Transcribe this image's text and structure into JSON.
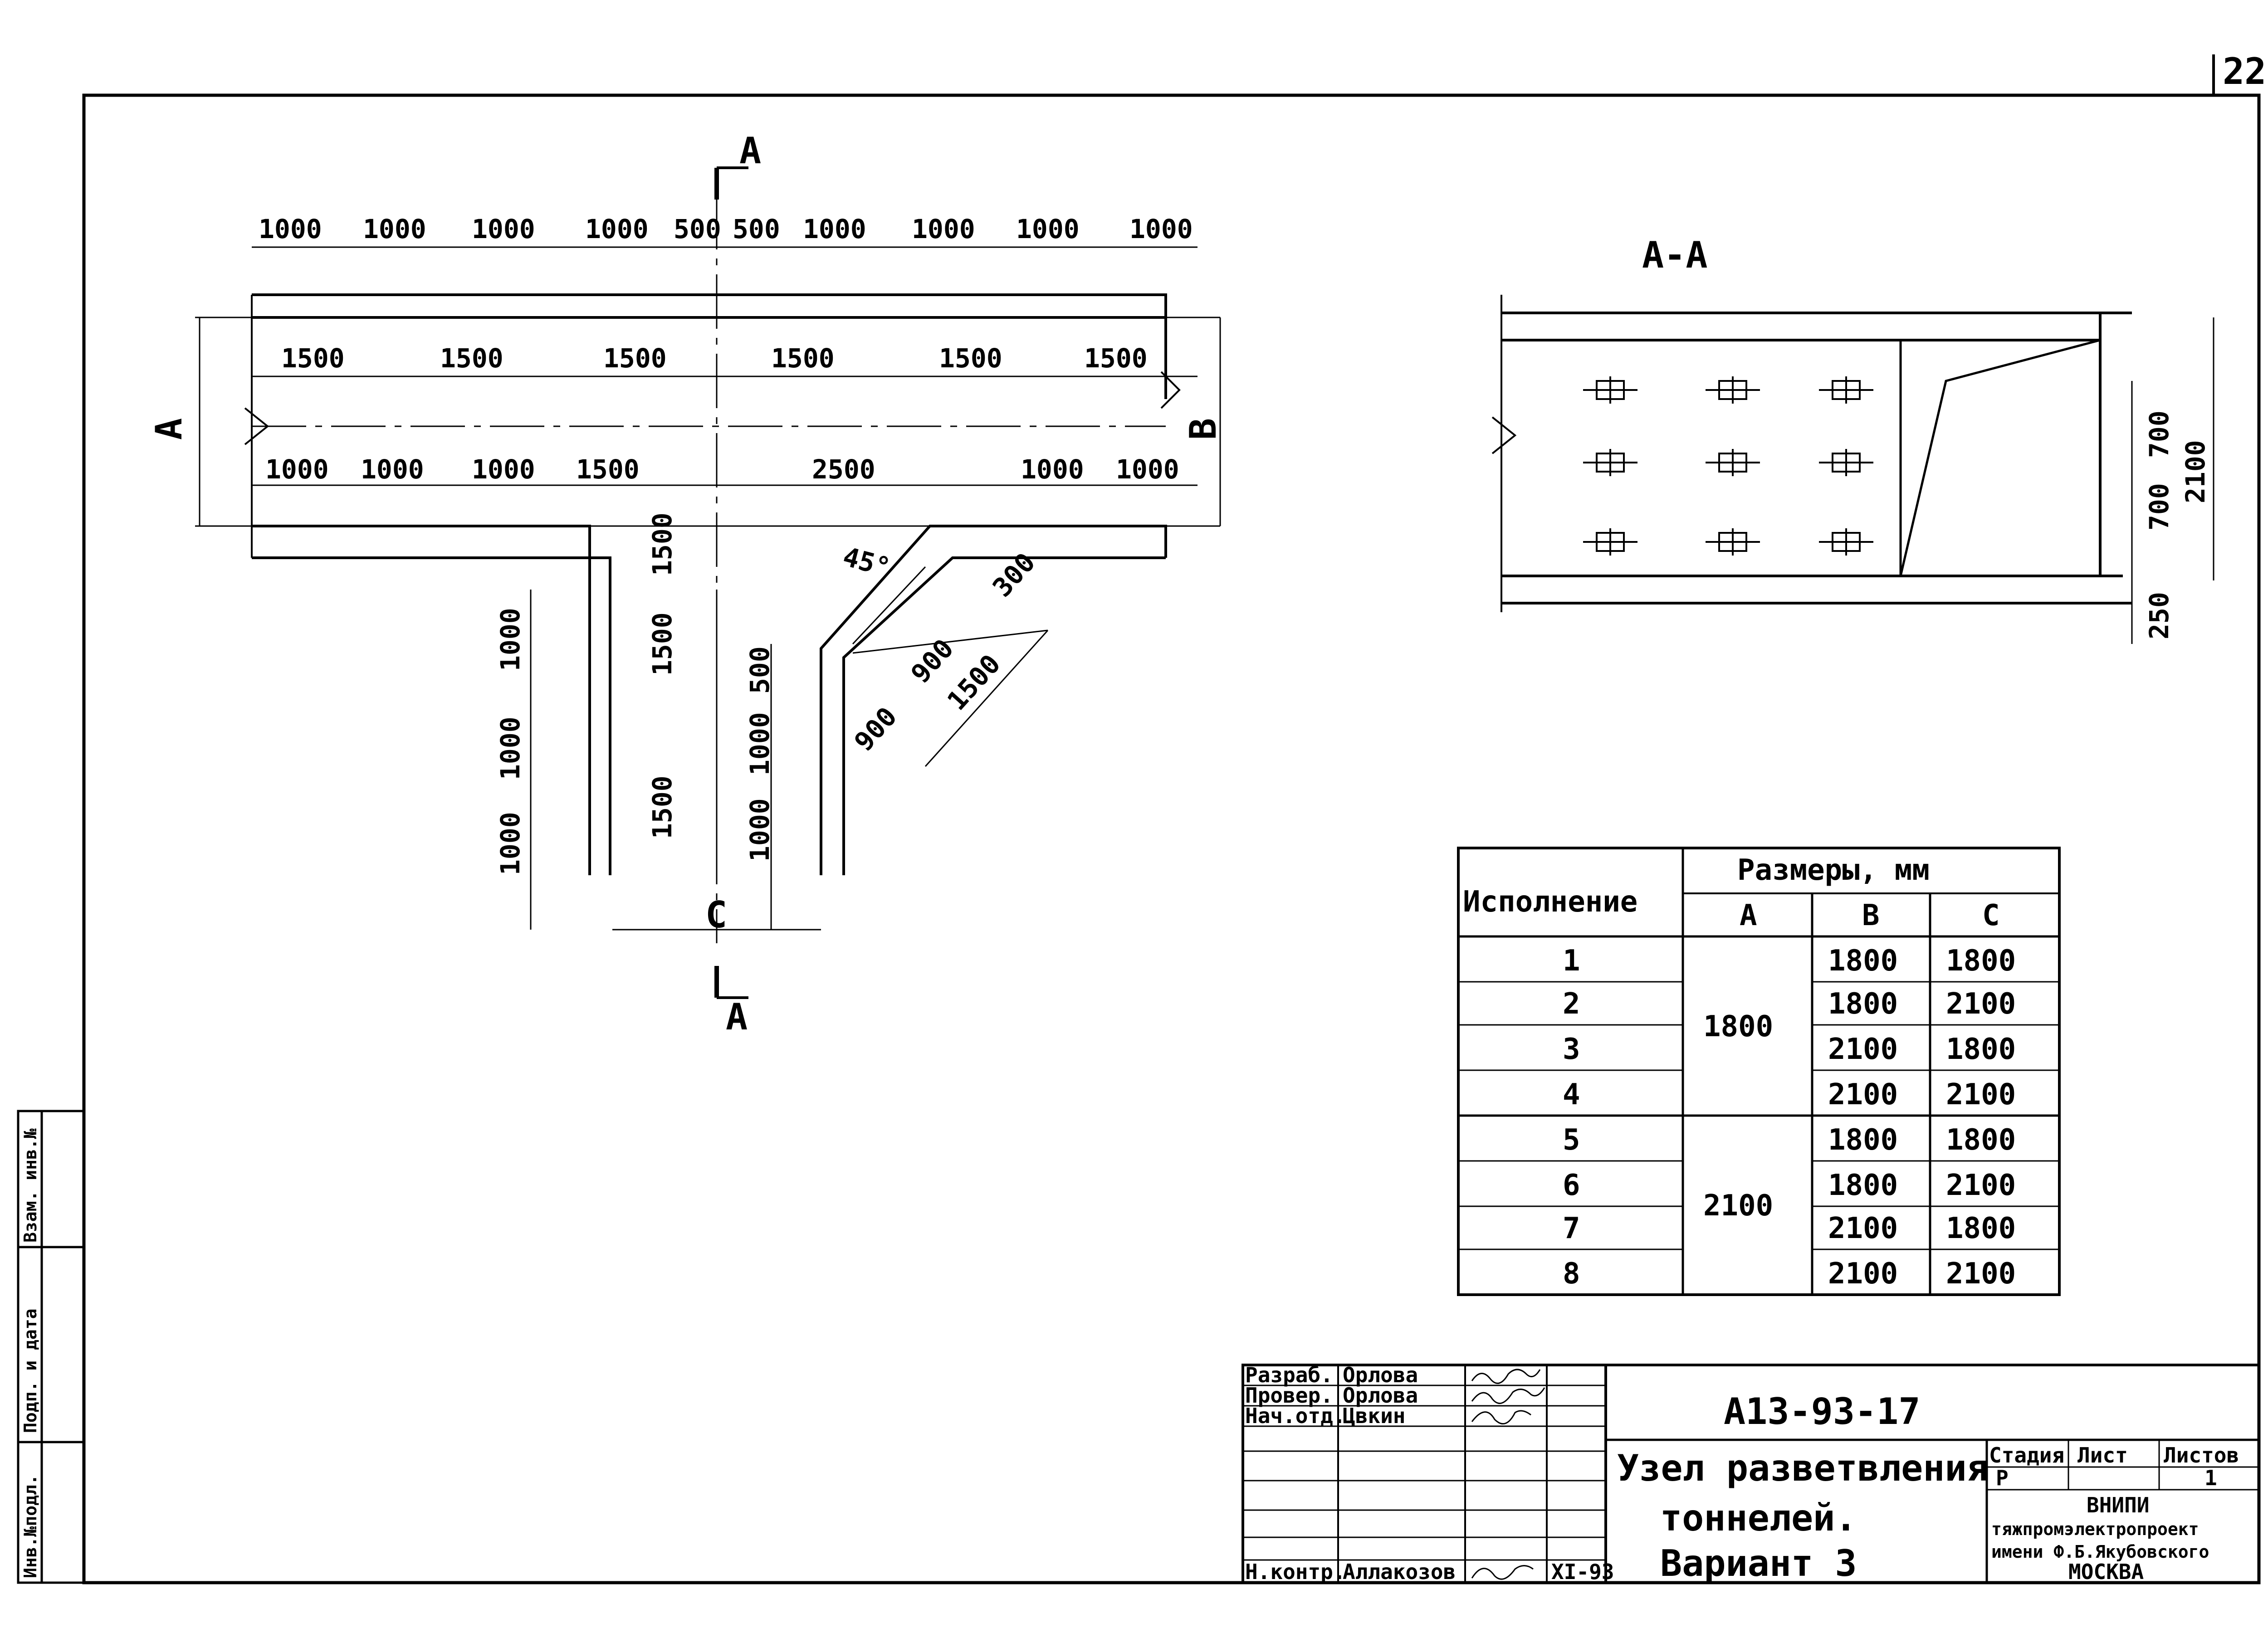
{
  "sheet_number": "22",
  "plan": {
    "section_mark": "А",
    "top_dims": [
      "1000",
      "1000",
      "1000",
      "1000",
      "500",
      "500",
      "1000",
      "1000",
      "1000",
      "1000"
    ],
    "mid_dims": [
      "1500",
      "1500",
      "1500",
      "1500",
      "1500",
      "1500"
    ],
    "lower_dims": [
      "1000",
      "1000",
      "1000",
      "1500",
      "2500",
      "1000",
      "1000"
    ],
    "left_label": "А",
    "right_label": "В",
    "branch_left_dims": [
      "1000",
      "1000",
      "1000"
    ],
    "branch_center_dims": [
      "1500",
      "1500",
      "1500"
    ],
    "branch_right_dims": [
      "500",
      "1000",
      "1000"
    ],
    "branch_label": "С",
    "angle_label": "45°",
    "diag_dims": [
      "300",
      "900",
      "1500",
      "900"
    ]
  },
  "section": {
    "title": "А-А",
    "dims": [
      "700",
      "700",
      "2100",
      "250"
    ]
  },
  "table": {
    "col_header": "Исполнение",
    "group_header": "Размеры, мм",
    "sub_headers": [
      "А",
      "В",
      "С"
    ],
    "rows": [
      {
        "no": "1",
        "b": "1800",
        "c": "1800"
      },
      {
        "no": "2",
        "b": "1800",
        "c": "2100"
      },
      {
        "no": "3",
        "b": "2100",
        "c": "1800"
      },
      {
        "no": "4",
        "b": "2100",
        "c": "2100"
      },
      {
        "no": "5",
        "b": "1800",
        "c": "1800"
      },
      {
        "no": "6",
        "b": "1800",
        "c": "2100"
      },
      {
        "no": "7",
        "b": "2100",
        "c": "1800"
      },
      {
        "no": "8",
        "b": "2100",
        "c": "2100"
      }
    ],
    "a_groups": [
      "1800",
      "2100"
    ]
  },
  "title_block": {
    "roles": [
      "Разраб.",
      "Провер.",
      "Нач.отд.",
      "Н.контр."
    ],
    "names": [
      "Орлова",
      "Орлова",
      "Цвкин",
      "Аллакозов"
    ],
    "date": "XI-93",
    "code": "А13-93-17",
    "title_lines": [
      "Узел разветвления",
      "тоннелей.",
      "Вариант 3"
    ],
    "stage_label": "Стадия",
    "sheet_label": "Лист",
    "sheets_label": "Листов",
    "stage": "Р",
    "sheets": "1",
    "org_lines": [
      "ВНИПИ",
      "тяжпромэлектропроект",
      "имени Ф.Б.Якубовского",
      "МОСКВА"
    ]
  },
  "side_stamp": [
    "Инв.№подл.",
    "Подп. и дата",
    "Взам. инв.№"
  ]
}
